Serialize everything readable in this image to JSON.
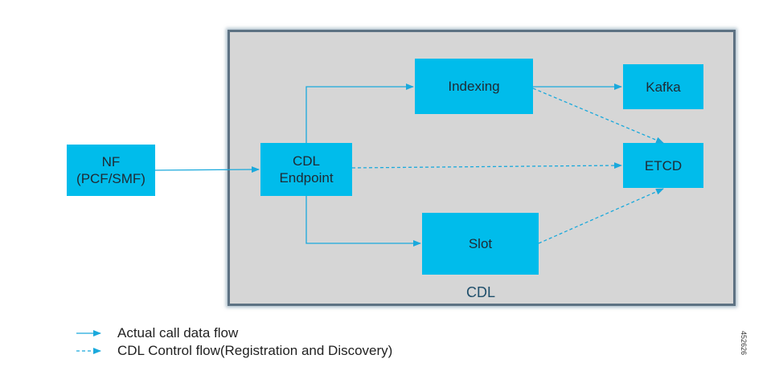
{
  "diagram": {
    "container_label": "CDL",
    "nodes": {
      "nf": "NF\n(PCF/SMF)",
      "cdl_endpoint": "CDL\nEndpoint",
      "indexing": "Indexing",
      "kafka": "Kafka",
      "etcd": "ETCD",
      "slot": "Slot"
    },
    "legend": {
      "actual_flow": "Actual call data flow",
      "control_flow": "CDL Control flow(Registration and Discovery)"
    },
    "figure_id": "452626"
  },
  "colors": {
    "box_fill": "#00bceb",
    "arrow": "#1aa9dc",
    "container_fill": "#d6d6d6",
    "container_border": "#5d7283"
  }
}
